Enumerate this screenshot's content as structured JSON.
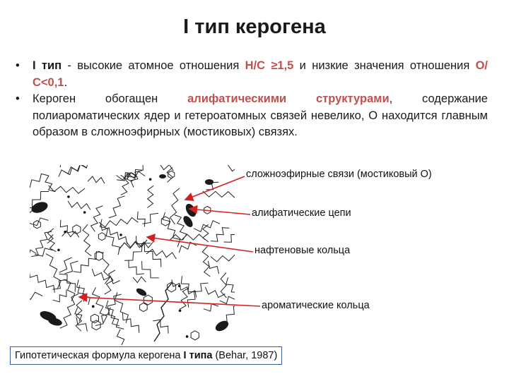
{
  "title": "I тип керогена",
  "bullets": [
    {
      "lead": "I тип",
      "text1": " - высокие атомное отношения ",
      "hc": "Н/С ≥1,5",
      "text2": " и низкие значения отношения ",
      "oc": "О/С<0,1",
      "text3": "."
    },
    {
      "text1": "Кероген обогащен ",
      "aliph": "алифатическими структурами",
      "text2": ", содержание полиароматических ядер и гетероатомных связей невелико, О находится главным образом в сложноэфирных (мостиковых) связях."
    }
  ],
  "labels": {
    "ester": "сложноэфирные связи (мостиковый О)",
    "aliphatic": "алифатические цепи",
    "naphthene": "нафтеновые кольца",
    "aromatic": "ароматические кольца"
  },
  "caption": {
    "prefix": "Гипотетическая формула керогена ",
    "type": "I типа",
    "suffix": " (Behar, 1987)"
  },
  "colors": {
    "accent": "#c0504d",
    "arrow": "#d42020",
    "caption_border": "#3a5f8f"
  }
}
